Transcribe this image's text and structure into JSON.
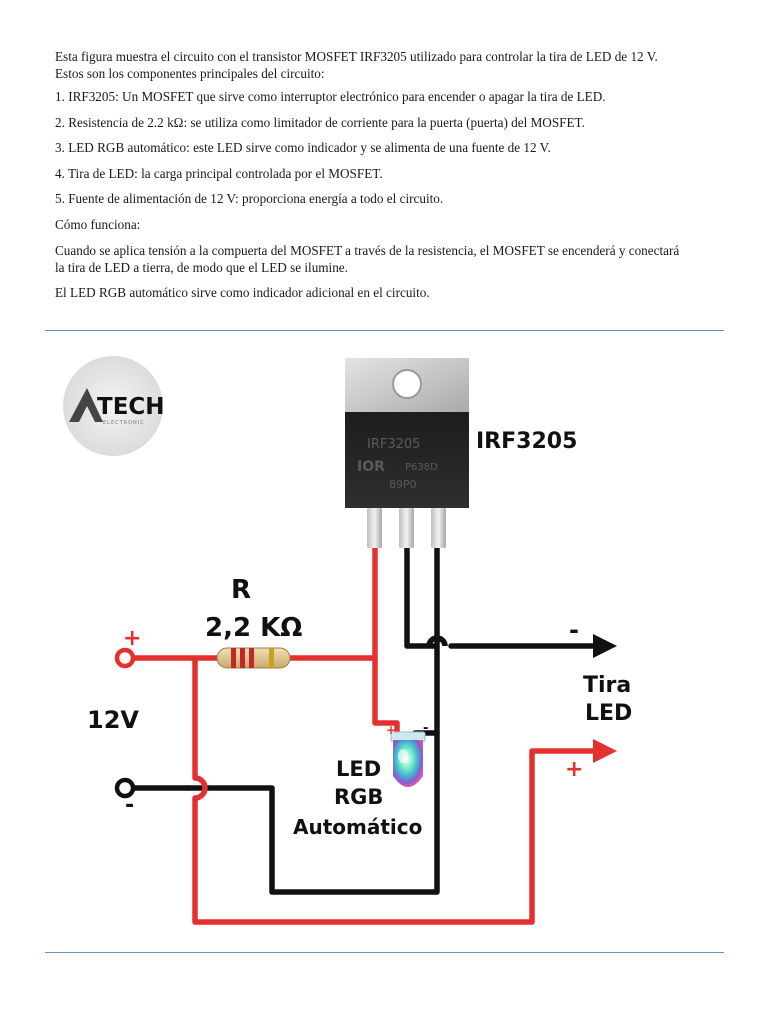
{
  "document": {
    "intro_line1": "Esta figura muestra el circuito con el transistor MOSFET IRF3205 utilizado para controlar la tira de LED de 12 V.",
    "intro_line2": "Estos son los componentes principales del circuito:",
    "items": [
      "1. IRF3205: Un MOSFET que sirve como interruptor electrónico para encender o apagar la tira de LED.",
      "2. Resistencia de 2.2 kΩ: se utiliza como limitador de corriente para la puerta (puerta) del MOSFET.",
      "3. LED RGB automático: este LED sirve como indicador y se alimenta de una fuente de 12 V.",
      "4. Tira de LED: la carga principal controlada por el MOSFET.",
      "5. Fuente de alimentación de 12 V: proporciona energía a todo el circuito."
    ],
    "how_heading": "Cómo funciona:",
    "how_line1": "Cuando se aplica tensión a la compuerta del MOSFET a través de la resistencia, el MOSFET se encenderá y conectará",
    "how_line2": "la tira de LED a tierra, de modo que el LED se ilumine.",
    "closing": "El LED RGB automático sirve como indicador adicional en el circuito."
  },
  "figure": {
    "logo_text": "TECH",
    "logo_subtext": "ELECTRONIC",
    "chip_label": "IRF3205",
    "chip_marking_1": "IRF3205",
    "chip_marking_2": "P638D",
    "chip_marking_3": "89P0",
    "chip_brand": "IOR",
    "resistor_letter": "R",
    "resistor_value": "2,2 KΩ",
    "supply_voltage": "12V",
    "supply_plus": "+",
    "supply_minus": "-",
    "strip_minus": "-",
    "strip_plus": "+",
    "strip_label_1": "Tira",
    "strip_label_2": "LED",
    "led_plus": "+",
    "led_minus": "-",
    "led_label_1": "LED",
    "led_label_2": "RGB",
    "led_label_3": "Automático",
    "colors": {
      "wire_positive": "#e53030",
      "wire_negative": "#111111",
      "rule": "#6f8fb5"
    }
  }
}
